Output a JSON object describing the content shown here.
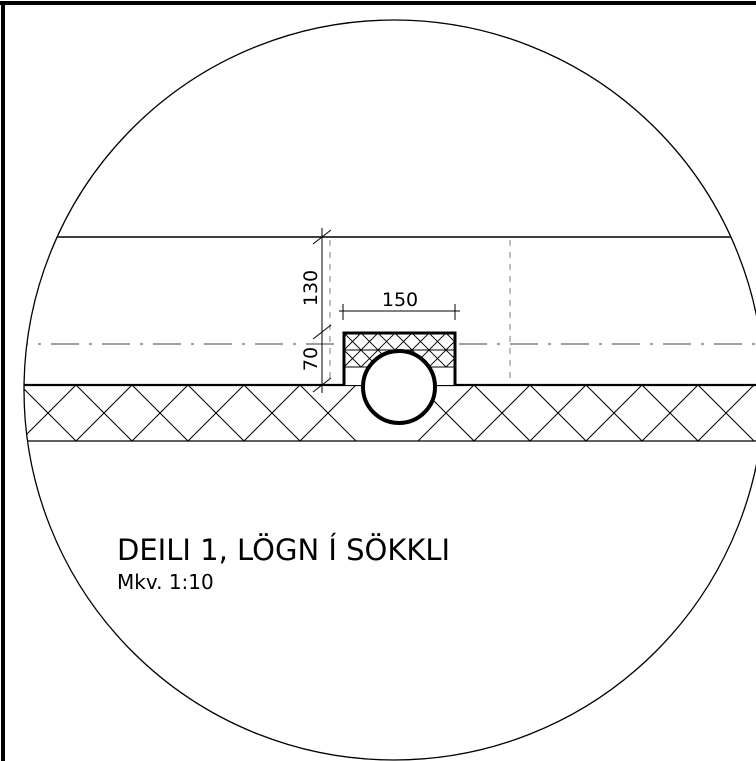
{
  "drawing": {
    "title": "DEILI 1, LÖGN Í SÖKKLI",
    "scale": "Mkv. 1:10",
    "dimensions": {
      "height_upper": "130",
      "height_lower": "70",
      "width": "150"
    }
  },
  "colors": {
    "line": "#000000",
    "background": "#ffffff"
  }
}
